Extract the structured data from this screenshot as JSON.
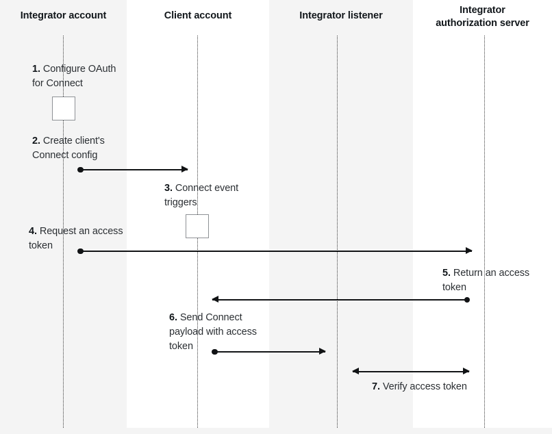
{
  "diagram": {
    "title_hidden": "",
    "background_color": "#ffffff",
    "band_color": "#f4f4f4",
    "line_color": "#111315",
    "lifeline_color": "#3a3a3a"
  },
  "columns": [
    {
      "label": "Integrator account",
      "shade": "gray"
    },
    {
      "label": "Client account",
      "shade": "white"
    },
    {
      "label": "Integrator listener",
      "shade": "gray"
    },
    {
      "label": "Integrator authorization server",
      "shade": "white"
    }
  ],
  "column_titles": {
    "c0": "Integrator account",
    "c1": "Client account",
    "c2": "Integrator listener",
    "c3_line1": "Integrator",
    "c3_line2": "authorization server"
  },
  "steps": [
    {
      "num": "1.",
      "text": "Configure OAuth for Connect",
      "from": "Integrator account",
      "to": "Integrator account",
      "kind": "activation"
    },
    {
      "num": "2.",
      "text": "Create client's Connect config",
      "from": "Integrator account",
      "to": "Client account",
      "kind": "arrow-right"
    },
    {
      "num": "3.",
      "text": "Connect event triggers",
      "from": "Client account",
      "to": "Client account",
      "kind": "activation"
    },
    {
      "num": "4.",
      "text": "Request an access token",
      "from": "Integrator account",
      "to": "Integrator authorization server",
      "kind": "arrow-right"
    },
    {
      "num": "5.",
      "text": "Return an access token",
      "from": "Integrator authorization server",
      "to": "Client account",
      "kind": "arrow-left"
    },
    {
      "num": "6.",
      "text": "Send Connect payload with access token",
      "from": "Client account",
      "to": "Integrator listener",
      "kind": "arrow-right"
    },
    {
      "num": "7.",
      "text": "Verify access token",
      "from": "Integrator listener",
      "to": "Integrator authorization server",
      "kind": "arrow-bidirectional"
    }
  ],
  "labels": {
    "s1_num": "1.",
    "s1_text": "Configure OAuth for Connect",
    "s2_num": "2.",
    "s2_text": "Create client's Connect config",
    "s3_num": "3.",
    "s3_text": "Connect event triggers",
    "s4_num": "4.",
    "s4_text": "Request an access token",
    "s5_num": "5.",
    "s5_text": "Return an access token",
    "s6_num": "6.",
    "s6_text": "Send Connect payload with access token",
    "s7_num": "7.",
    "s7_text": "Verify access token"
  }
}
